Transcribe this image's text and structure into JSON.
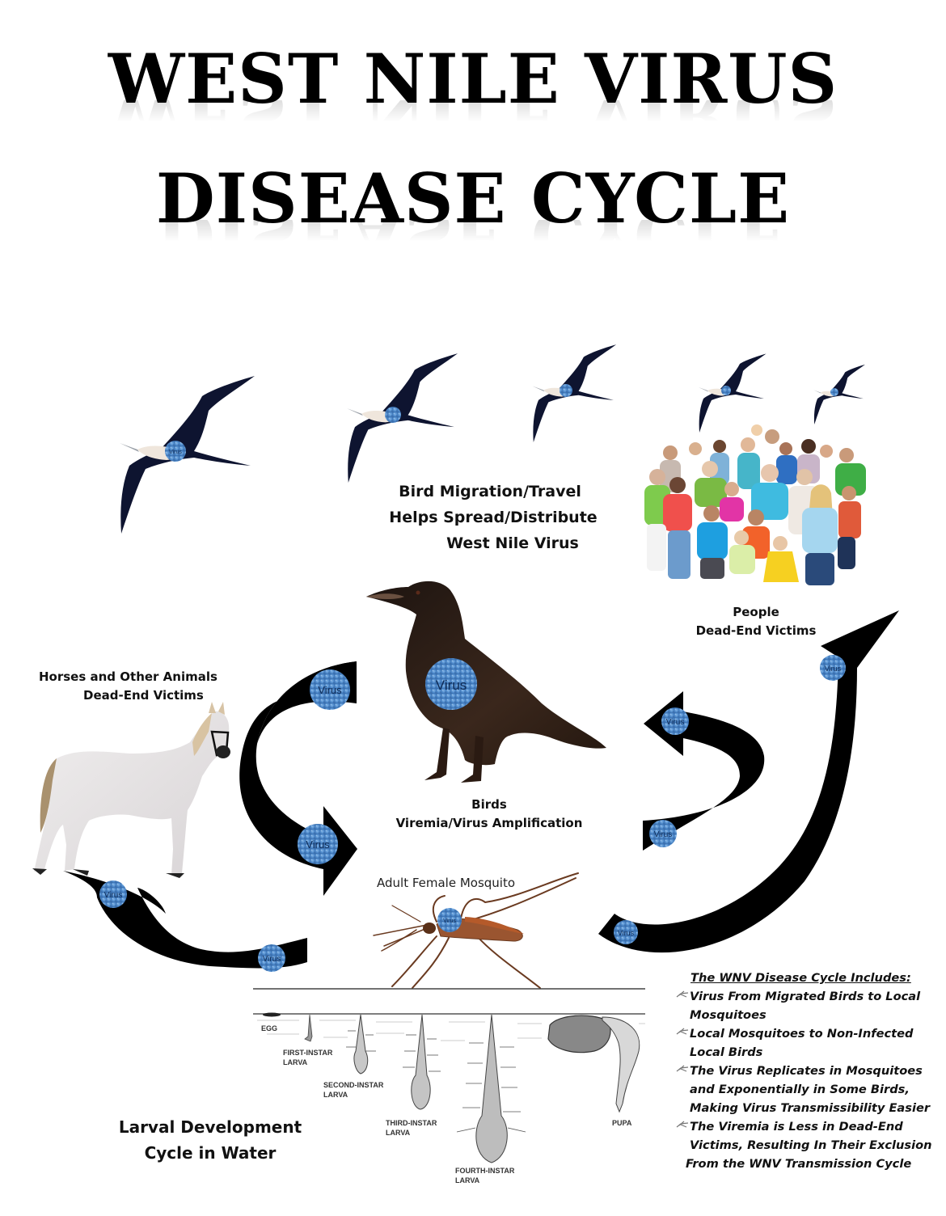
{
  "title": {
    "line1": "WEST NILE VIRUS",
    "line2": "DISEASE CYCLE"
  },
  "migration_caption": {
    "line1": "Bird Migration/Travel",
    "line2": "Helps Spread/Distribute",
    "line3": "West Nile Virus"
  },
  "people_caption": {
    "line1": "People",
    "line2": "Dead-End Victims"
  },
  "horses_caption": {
    "line1": "Horses and Other Animals",
    "line2": "Dead-End Victims"
  },
  "birds_caption": {
    "line1": "Birds",
    "line2": "Viremia/Virus Amplification"
  },
  "mosquito_caption": "Adult Female Mosquito",
  "virus_label": "Virus",
  "larval_caption": {
    "line1": "Larval Development",
    "line2": "Cycle in Water"
  },
  "larval_stages": {
    "egg": "EGG",
    "first": [
      "FIRST-INSTAR",
      "LARVA"
    ],
    "second": [
      "SECOND-INSTAR",
      "LARVA"
    ],
    "third": [
      "THIRD-INSTAR",
      "LARVA"
    ],
    "fourth": [
      "FOURTH-INSTAR",
      "LARVA"
    ],
    "pupa": "PUPA"
  },
  "notes": {
    "heading": "The WNV Disease Cycle Includes:",
    "items": [
      [
        "Virus From Migrated Birds to Local",
        "Mosquitoes"
      ],
      [
        "Local Mosquitoes to Non-Infected",
        "Local Birds"
      ],
      [
        "The Virus Replicates in Mosquitoes",
        "and Exponentially  in Some Birds,",
        "Making Virus Transmissibility Easier"
      ],
      [
        "The Viremia is Less in Dead-End",
        "Victims, Resulting In Their Exclusion"
      ]
    ],
    "tail": "From the WNV Transmission Cycle"
  },
  "icons": {
    "bullet": "mosquito-bullet-icon",
    "virus": "virus-particle-icon",
    "arrow": "cycle-arrow-icon"
  },
  "colors": {
    "virus_fill": "#4a86c8",
    "virus_text": "#0d2a55",
    "arrow": "#000000",
    "frigatebird": "#0e1430",
    "crow": "#2a1c16",
    "mosquito": "#8a4a2a"
  }
}
